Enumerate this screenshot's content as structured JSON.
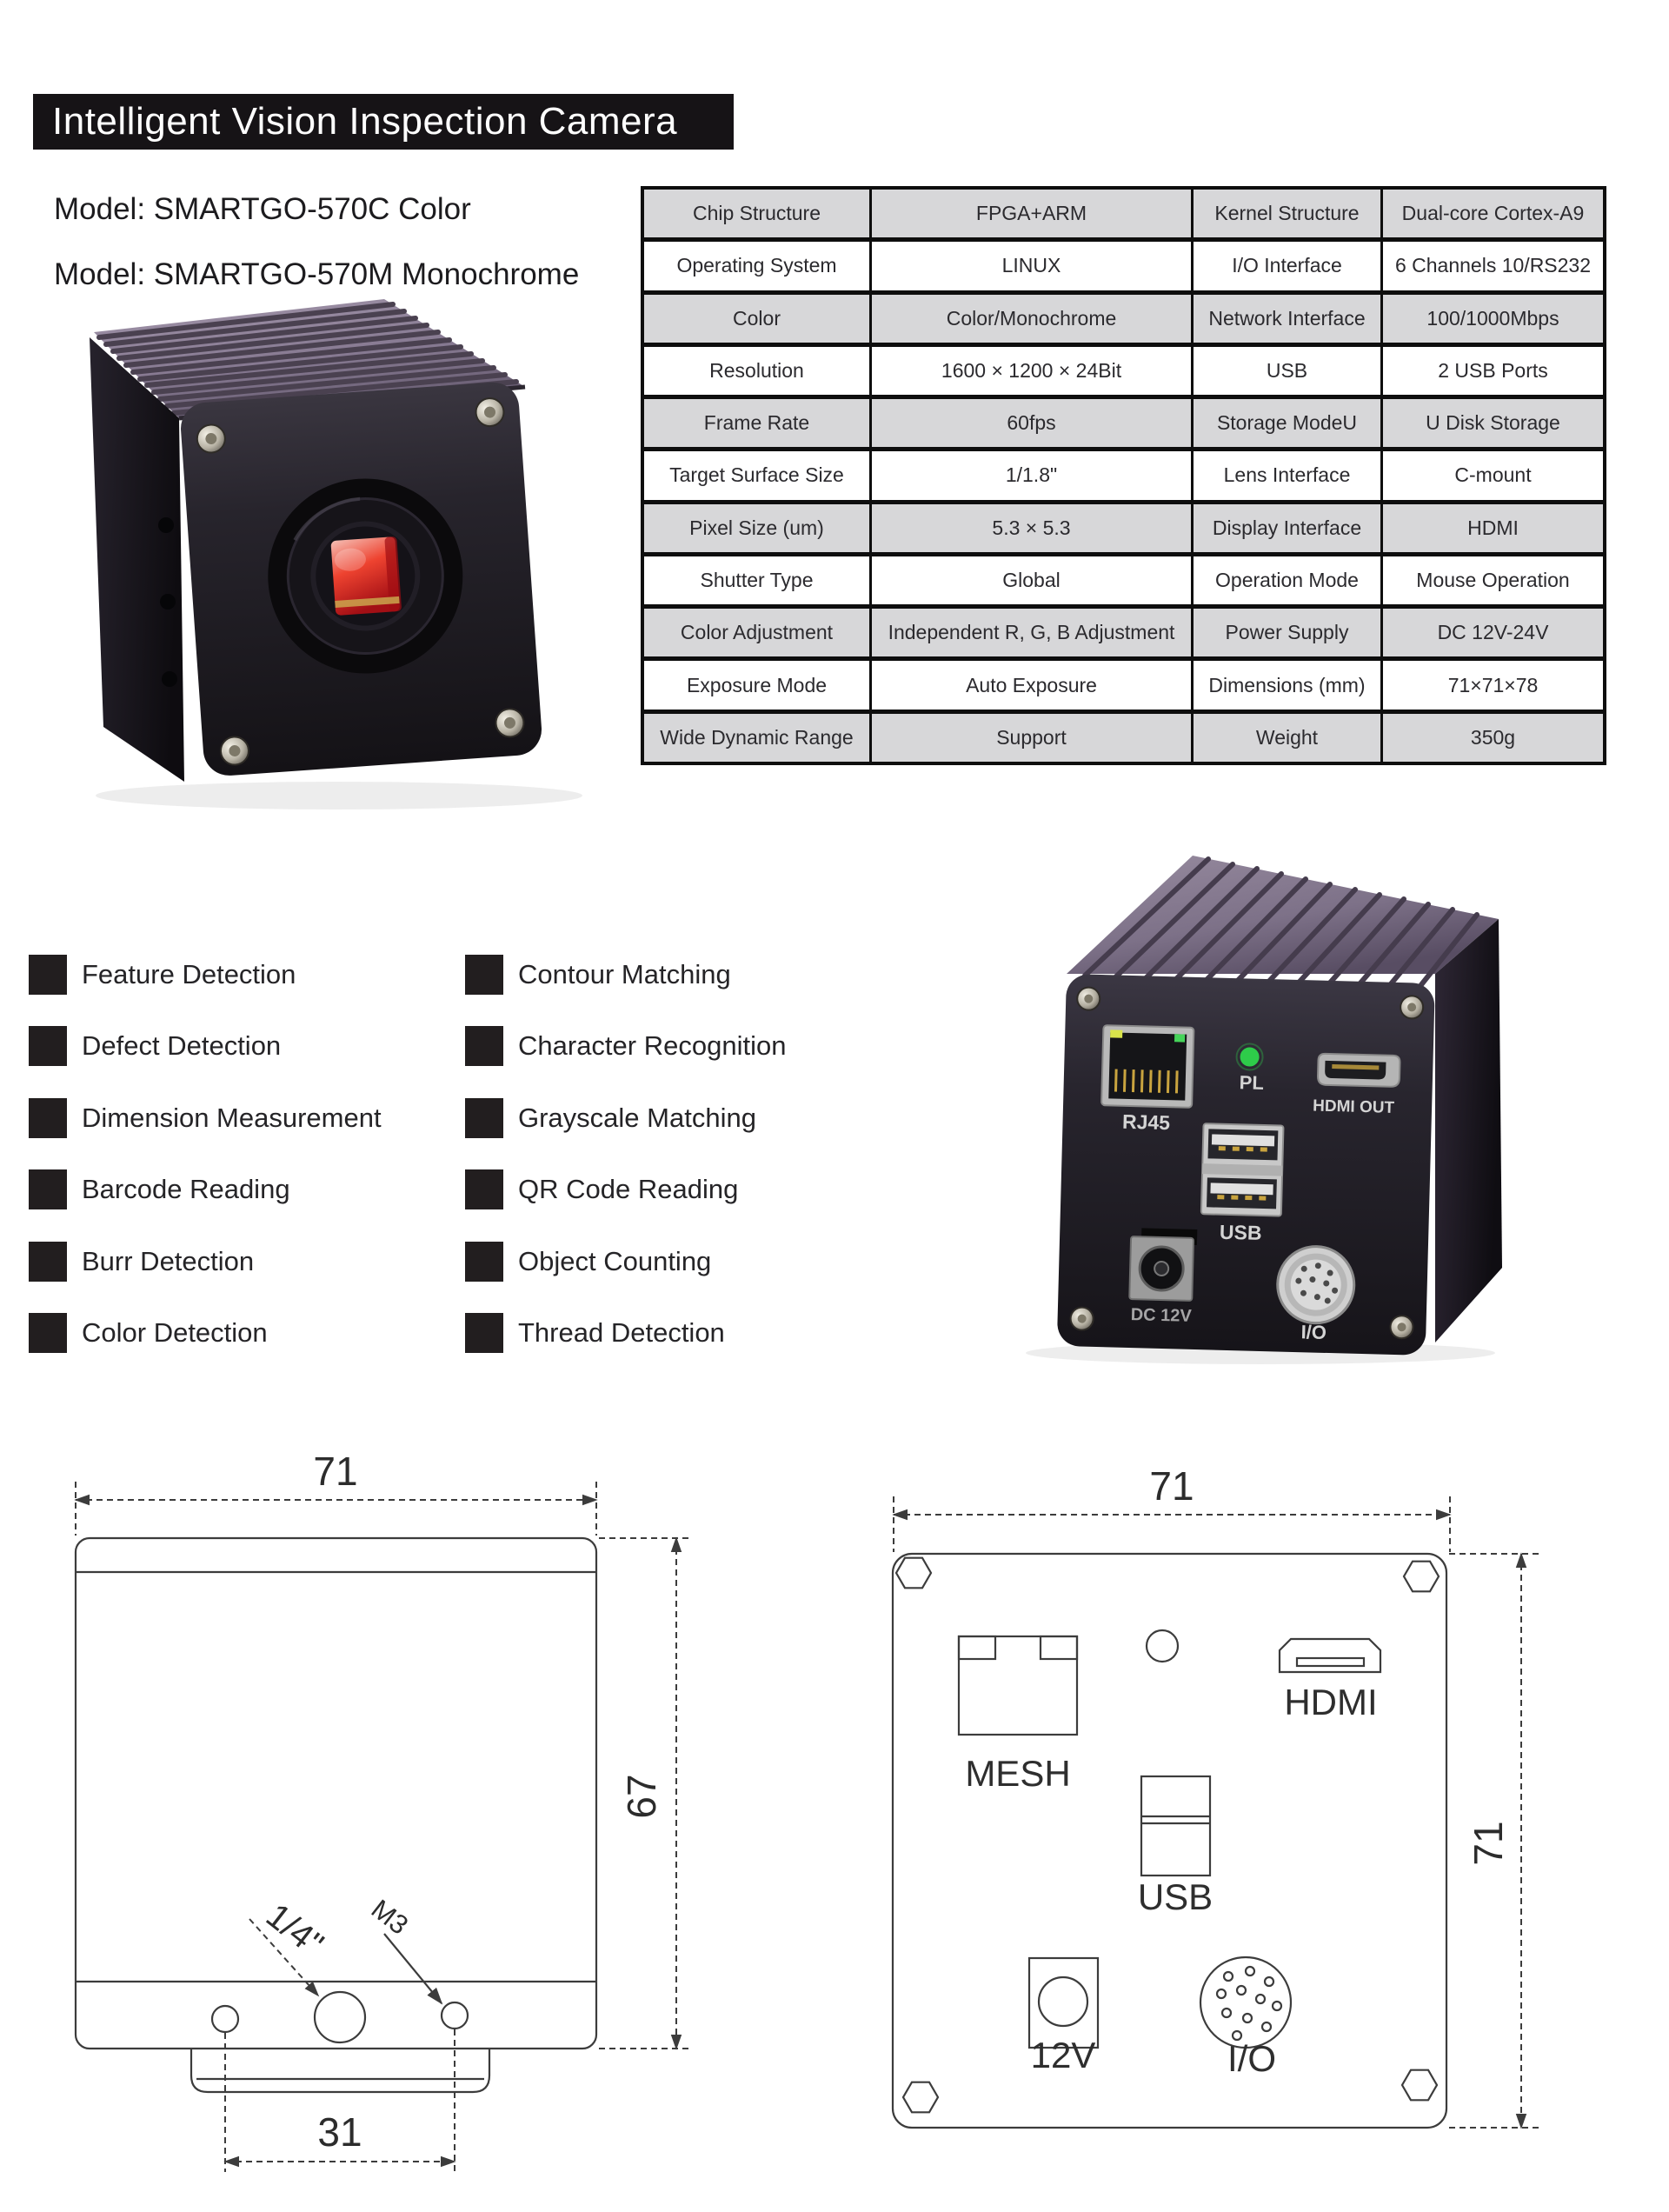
{
  "header": {
    "title": "Intelligent Vision Inspection Camera"
  },
  "models": {
    "line1": "Model: SMARTGO-570C Color",
    "line2": "Model: SMARTGO-570M Monochrome"
  },
  "spec_table": {
    "rows": [
      {
        "c1": "Chip Structure",
        "c2": "FPGA+ARM",
        "c3": "Kernel Structure",
        "c4": "Dual-core Cortex-A9"
      },
      {
        "c1": "Operating System",
        "c2": "LINUX",
        "c3": "I/O Interface",
        "c4": "6 Channels 10/RS232"
      },
      {
        "c1": "Color",
        "c2": "Color/Monochrome",
        "c3": "Network Interface",
        "c4": "100/1000Mbps"
      },
      {
        "c1": "Resolution",
        "c2": "1600 × 1200 × 24Bit",
        "c3": "USB",
        "c4": "2 USB Ports"
      },
      {
        "c1": "Frame Rate",
        "c2": "60fps",
        "c3": "Storage ModeU",
        "c4": "U Disk Storage"
      },
      {
        "c1": "Target Surface Size",
        "c2": "1/1.8\"",
        "c3": "Lens Interface",
        "c4": "C-mount"
      },
      {
        "c1": "Pixel Size (um)",
        "c2": "5.3 × 5.3",
        "c3": "Display Interface",
        "c4": "HDMI"
      },
      {
        "c1": "Shutter Type",
        "c2": "Global",
        "c3": "Operation Mode",
        "c4": "Mouse Operation"
      },
      {
        "c1": "Color Adjustment",
        "c2": "Independent R, G, B Adjustment",
        "c3": "Power Supply",
        "c4": "DC 12V-24V"
      },
      {
        "c1": "Exposure Mode",
        "c2": "Auto Exposure",
        "c3": "Dimensions (mm)",
        "c4": "71×71×78"
      },
      {
        "c1": "Wide Dynamic Range",
        "c2": "Support",
        "c3": "Weight",
        "c4": "350g"
      }
    ]
  },
  "features": {
    "col1": [
      "Feature Detection",
      "Defect Detection",
      "Dimension Measurement",
      "Barcode Reading",
      "Burr Detection",
      "Color Detection"
    ],
    "col2": [
      "Contour Matching",
      "Character Recognition",
      "Grayscale Matching",
      "QR Code Reading",
      "Object Counting",
      "Thread Detection"
    ]
  },
  "back_photo": {
    "labels": {
      "rj45": "RJ45",
      "pl": "PL",
      "hdmi": "HDMI OUT",
      "usb": "USB",
      "dc": "DC 12V",
      "io": "I/O"
    }
  },
  "front_drawing": {
    "width": "71",
    "height": "67",
    "hole_spacing": "31",
    "center_hole": "1/4\"",
    "side_hole": "M3"
  },
  "back_drawing": {
    "width": "71",
    "height": "71",
    "mesh": "MESH",
    "hdmi": "HDMI",
    "usb": "USB",
    "power": "12V",
    "io": "I/O"
  },
  "colors": {
    "title_bg": "#161316",
    "table_shaded": "#d7d7d9",
    "heatsink_purple": "#8d8093",
    "sensor_red": "#d6191f",
    "led_green": "#2ecc4a"
  }
}
